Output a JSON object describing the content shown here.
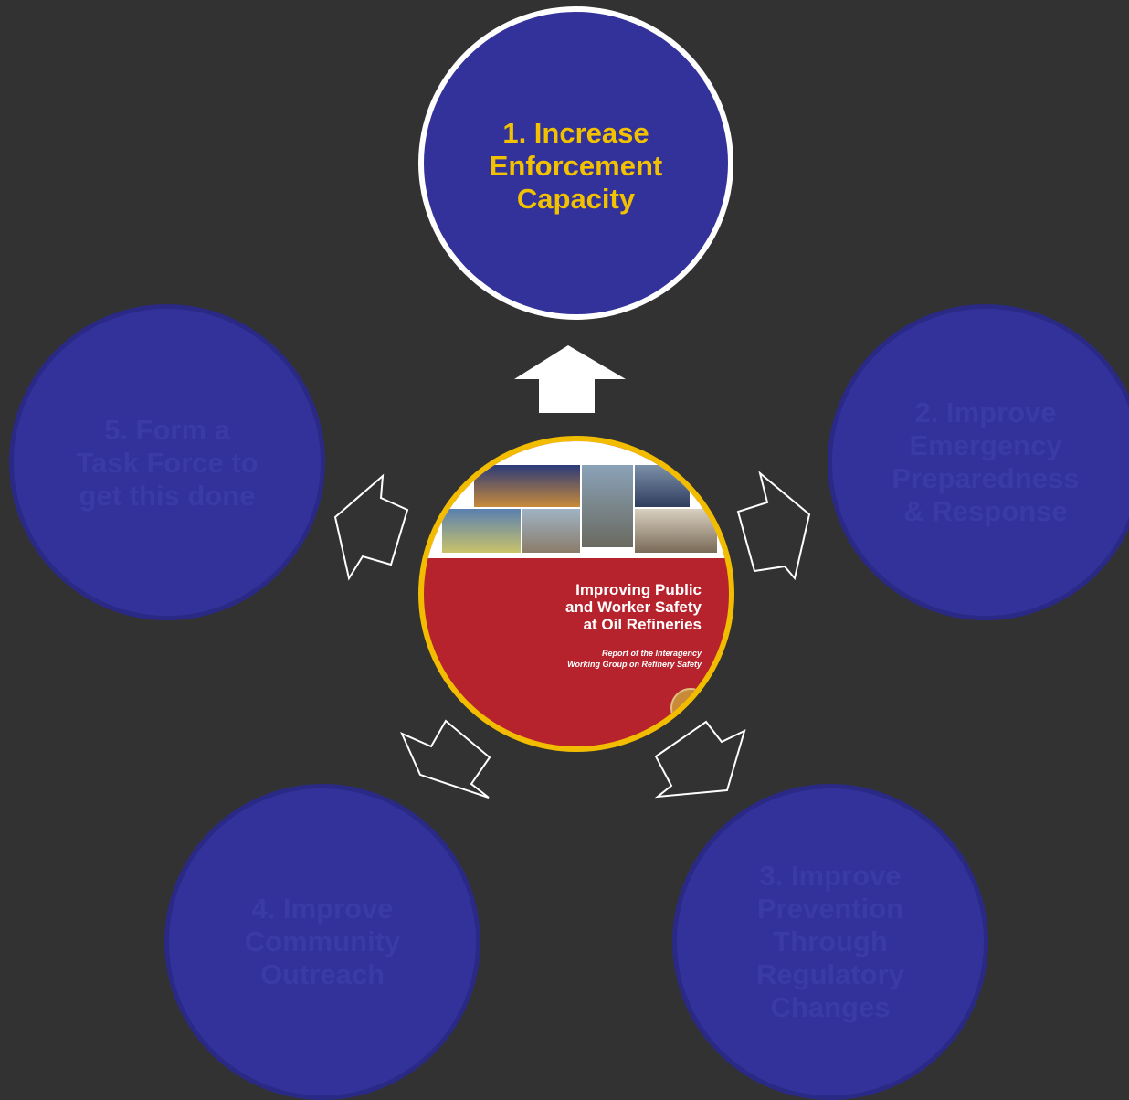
{
  "nodes": [
    {
      "id": "n1",
      "label": "1. Increase\nEnforcement\nCapacity",
      "state": "active"
    },
    {
      "id": "n2",
      "label": "2. Improve\nEmergency\nPreparedness\n& Response",
      "state": "dim"
    },
    {
      "id": "n3",
      "label": "3. Improve\nPrevention\nThrough\nRegulatory\nChanges",
      "state": "dim"
    },
    {
      "id": "n4",
      "label": "4. Improve\nCommunity\nOutreach",
      "state": "dim"
    },
    {
      "id": "n5",
      "label": "5. Form a\nTask Force to\nget this done",
      "state": "dim"
    }
  ],
  "center": {
    "title": "Improving Public\nand Worker Safety\nat Oil Refineries",
    "subtitle": "Report of the Interagency\nWorking Group on Refinery Safety"
  },
  "colors": {
    "background": "#323232",
    "node_fill": "#33329a",
    "active_text": "#f2c100",
    "cover_red": "#b7232c",
    "cover_ring": "#f2bd00"
  }
}
